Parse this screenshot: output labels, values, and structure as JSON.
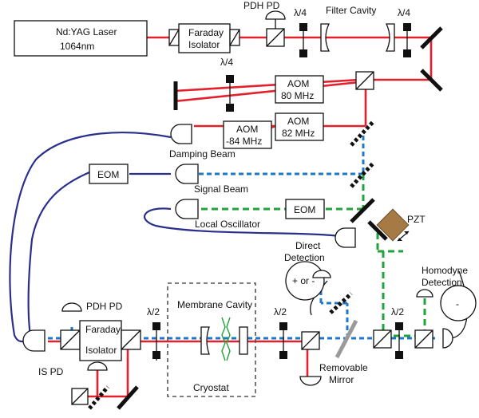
{
  "labels": {
    "laser_line1": "Nd:YAG Laser",
    "laser_line2": "1064nm",
    "faraday_top_line1": "Faraday",
    "faraday_top_line2": "Isolator",
    "pdh_pd_top": "PDH PD",
    "qwp_1": "λ/4",
    "qwp_2": "λ/4",
    "qwp_3": "λ/4",
    "filter_cavity": "Filter Cavity",
    "aom_80_line1": "AOM",
    "aom_80_line2": "80 MHz",
    "aom_82_line1": "AOM",
    "aom_82_line2": "82 MHz",
    "aom_m84_line1": "AOM",
    "aom_m84_line2": "-84 MHz",
    "damping_beam": "Damping Beam",
    "eom_signal": "EOM",
    "signal_beam": "Signal Beam",
    "eom_lo": "EOM",
    "local_oscillator": "Local Oscillator",
    "pzt": "PZT",
    "direct_detection_line1": "Direct",
    "direct_detection_line2": "Detection",
    "plus_or_minus": "+ or -",
    "homodyne_line1": "Homodyne",
    "homodyne_line2": "Detection",
    "minus": "-",
    "pdh_pd_bottom": "PDH PD",
    "hwp_1": "λ/2",
    "hwp_2": "λ/2",
    "hwp_3": "λ/2",
    "membrane_cavity": "Membrane Cavity",
    "faraday_bottom_line1": "Faraday",
    "faraday_bottom_line2": "Isolator",
    "cryostat": "Cryostat",
    "removable_line1": "Removable",
    "removable_line2": "Mirror",
    "is_pd": "IS PD"
  },
  "colors": {
    "main_beam": "#e3202c",
    "signal_beam": "#1f77c8",
    "local_oscillator": "#1fa33a",
    "fiber": "#2b2f8c",
    "pzt": "#a57a45",
    "removable_mirror": "#9a9a9a",
    "membrane": "#1fa33a"
  }
}
